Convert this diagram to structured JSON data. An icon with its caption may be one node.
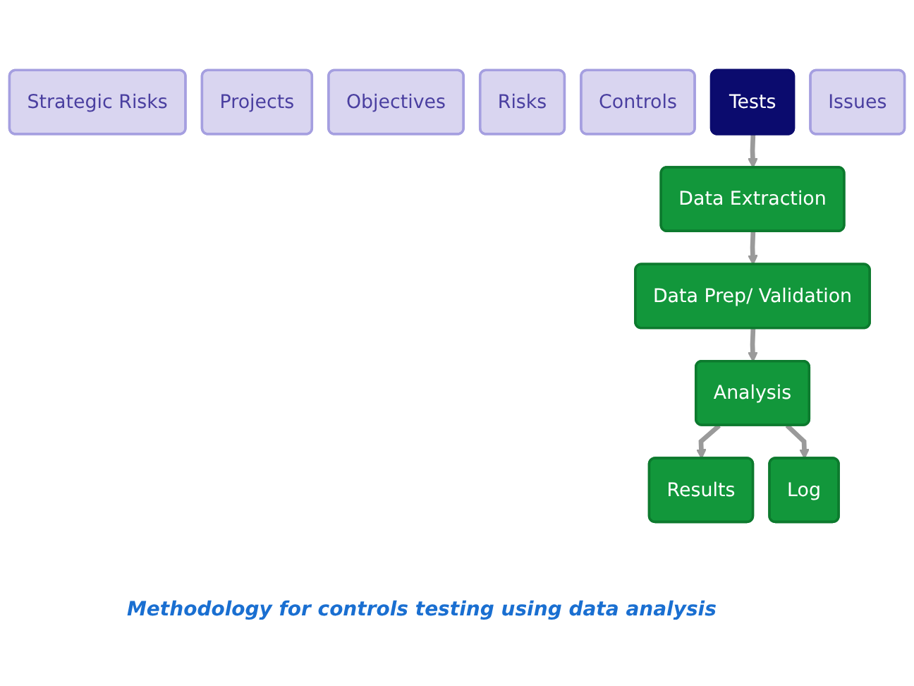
{
  "diagram": {
    "caption": "Methodology for controls testing using data analysis",
    "nodes": [
      {
        "text": [
          "Strategic Risks"
        ]
      },
      {
        "text": [
          "Projects"
        ]
      },
      {
        "text": [
          "Objectives"
        ]
      },
      {
        "text": [
          "Risks"
        ]
      },
      {
        "text": [
          "Controls"
        ]
      },
      {
        "text": [
          "Tests"
        ]
      },
      {
        "text": [
          "Issues"
        ]
      },
      {
        "text": [
          "Data Extraction"
        ]
      },
      {
        "text": [
          "Data Prep/ Validation"
        ]
      },
      {
        "text": [
          "Analysis"
        ]
      },
      {
        "text": [
          "Results"
        ]
      },
      {
        "text": [
          "Log"
        ]
      }
    ],
    "edges": [
      {
        "from": 5,
        "to": 7,
        "arrow": "to"
      },
      {
        "from": 7,
        "to": 8,
        "arrow": "to"
      },
      {
        "from": 8,
        "to": 9,
        "arrow": "to"
      },
      {
        "from": 9,
        "to": 10,
        "arrow": "to"
      },
      {
        "from": 9,
        "to": 11,
        "arrow": "to"
      }
    ]
  }
}
